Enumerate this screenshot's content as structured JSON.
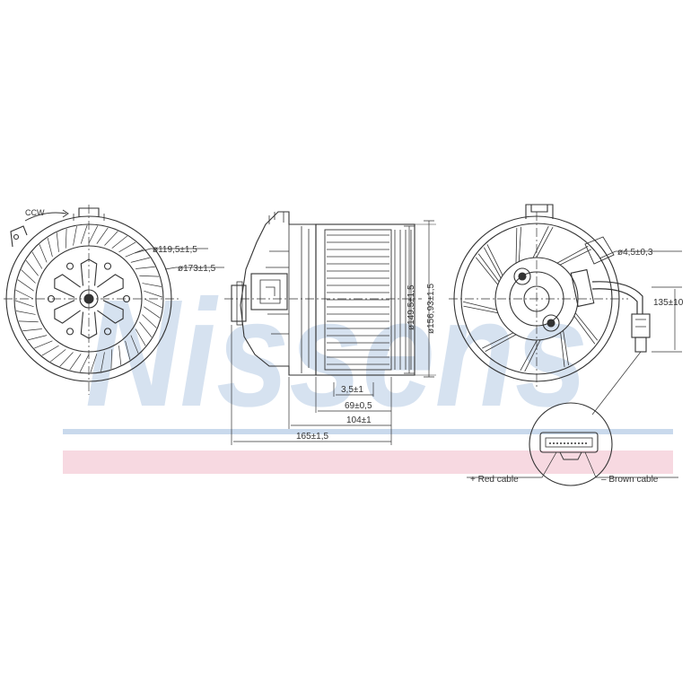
{
  "watermark": {
    "brand": "Nissens",
    "band_color": "#f7d9e1",
    "text_color": "#c9d9ec"
  },
  "front_view": {
    "rotation_label": "CCW",
    "inner_diameter_label": "ø119,5±1,5",
    "outer_diameter_label": "ø173±1,5"
  },
  "side_view": {
    "height_label_1": "ø149,5±1,5",
    "height_label_2": "ø156,93±1,5",
    "width_label_1": "3,5±1",
    "width_label_2": "69±0,5",
    "width_label_3": "104±1",
    "width_label_4": "165±1,5"
  },
  "rear_view": {
    "pin_diameter_label": "ø4,5±0,3",
    "cable_length_label": "135±10"
  },
  "connector_detail": {
    "positive_label": "+ Red cable",
    "negative_label": "– Brown cable"
  },
  "colors": {
    "line": "#333333",
    "watermark_band": "#f7d9e1",
    "watermark_text": "#c9d9ec"
  }
}
